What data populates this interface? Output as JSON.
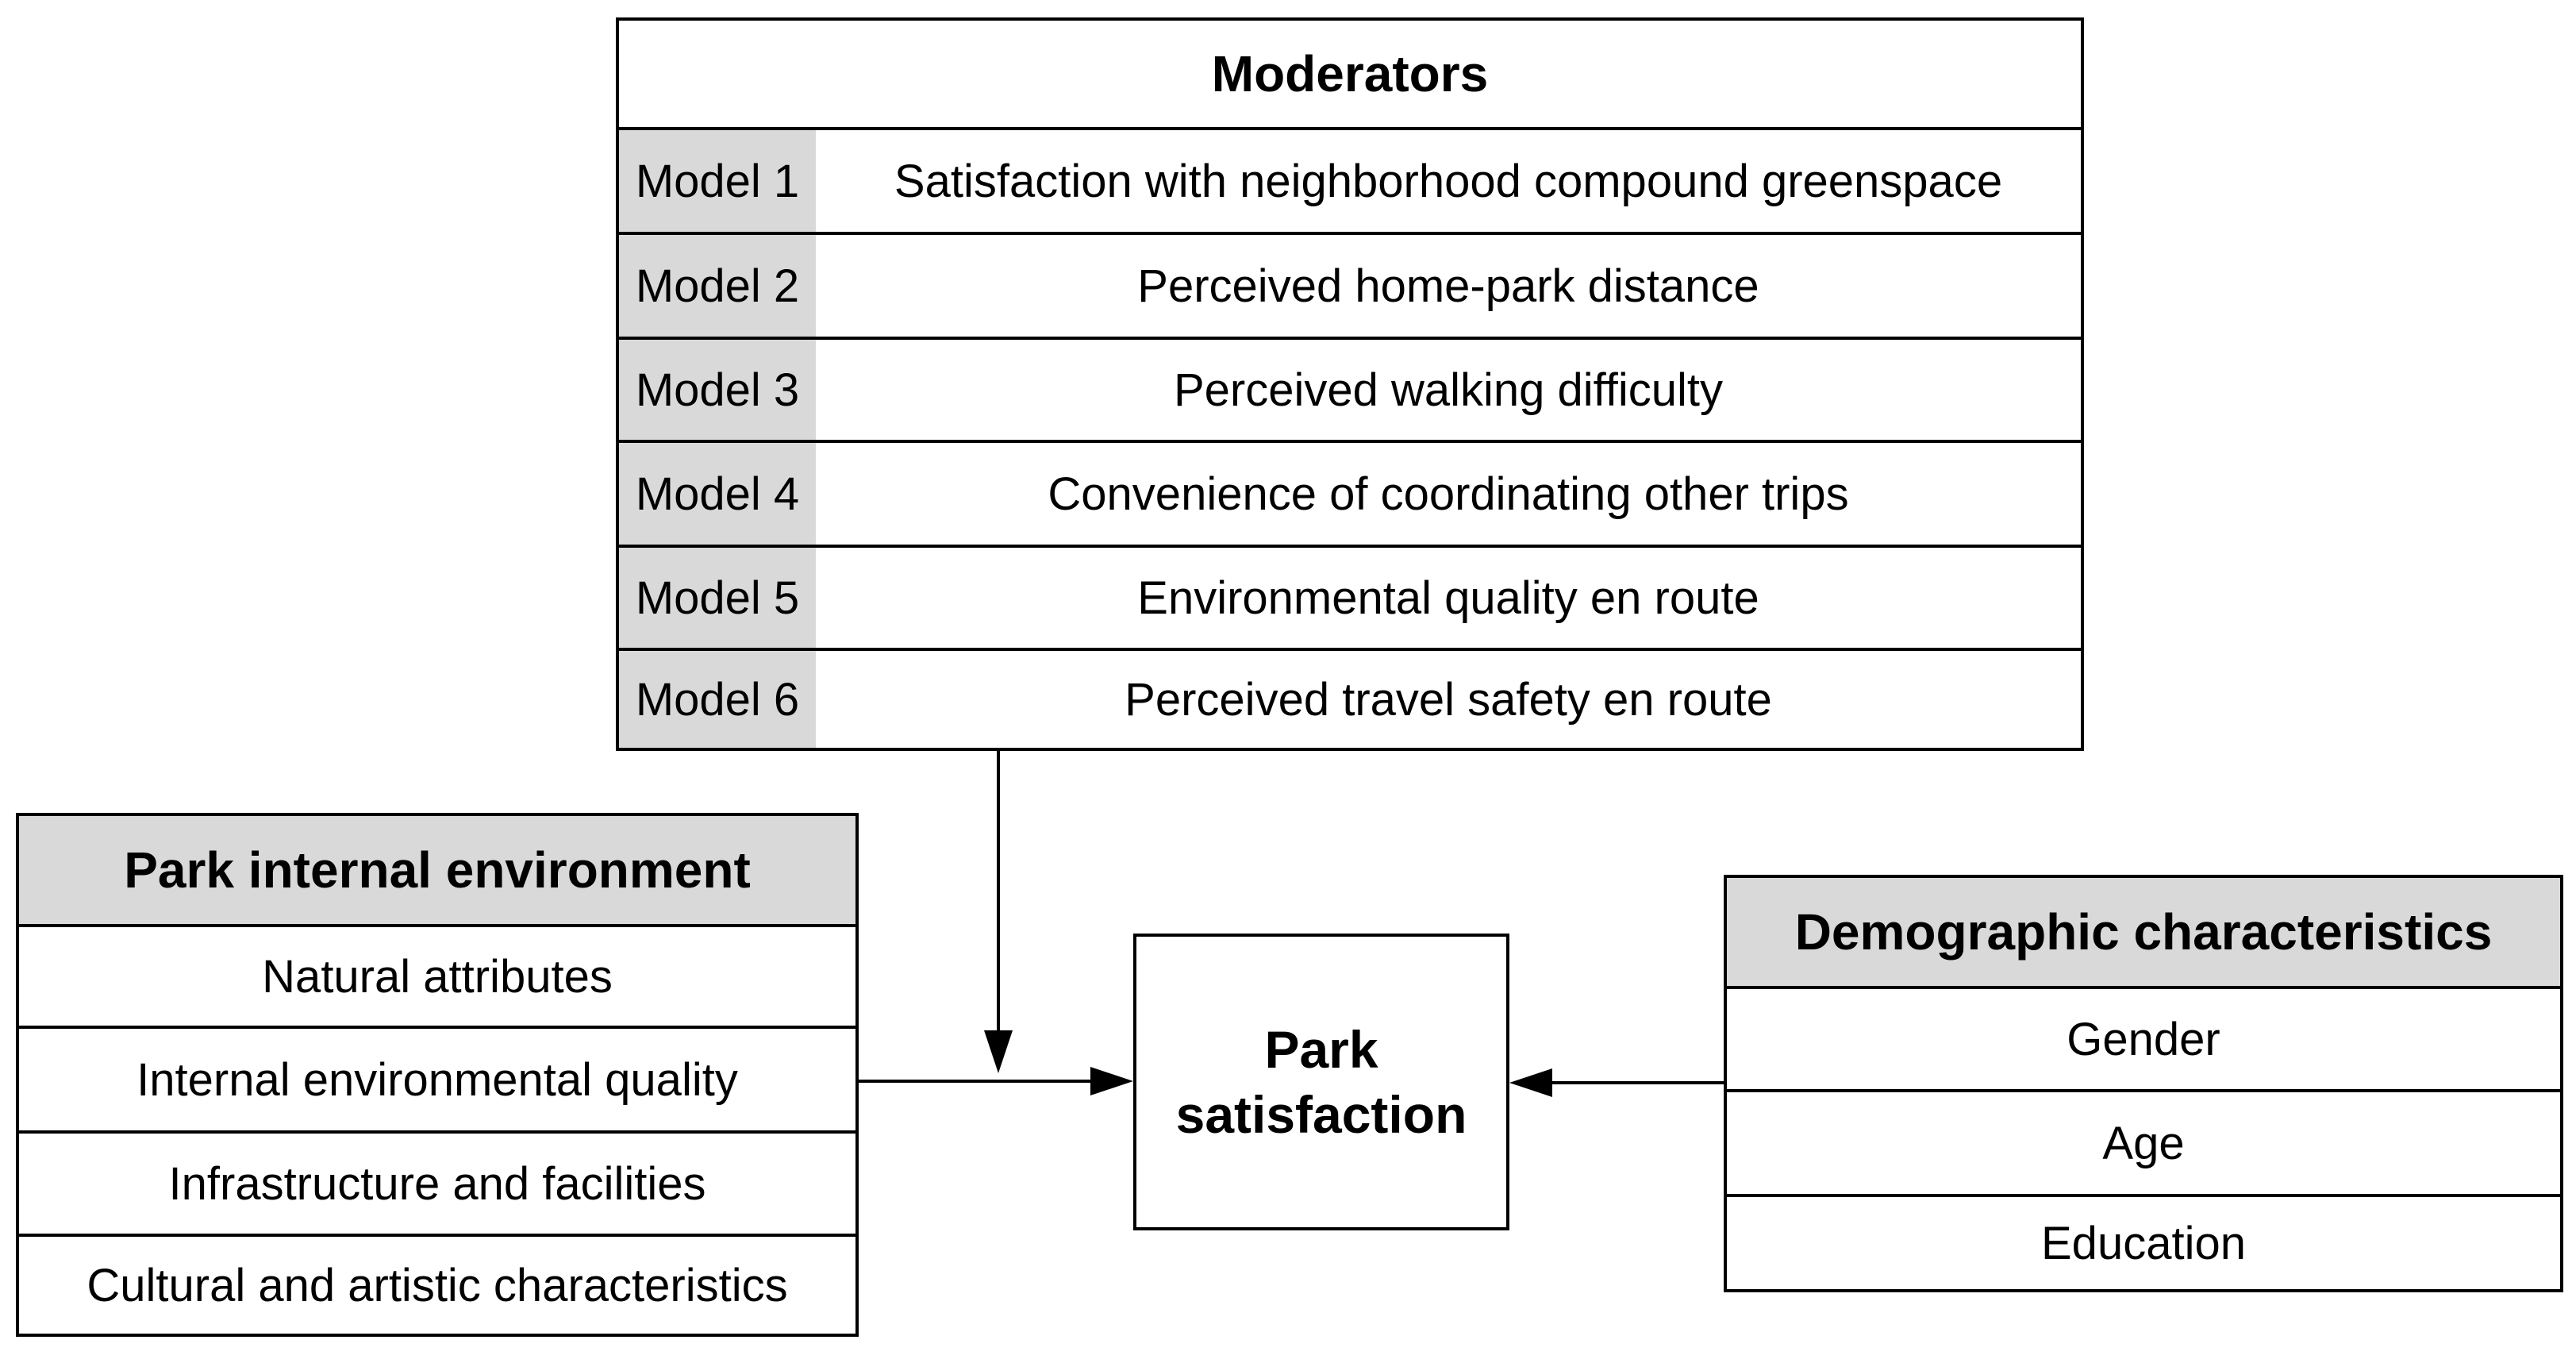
{
  "moderators": {
    "title": "Moderators",
    "rows": [
      {
        "model": "Model 1",
        "text": "Satisfaction with neighborhood compound greenspace"
      },
      {
        "model": "Model 2",
        "text": "Perceived home-park distance"
      },
      {
        "model": "Model 3",
        "text": "Perceived walking difficulty"
      },
      {
        "model": "Model 4",
        "text": "Convenience of coordinating other trips"
      },
      {
        "model": "Model 5",
        "text": "Environmental quality en route"
      },
      {
        "model": "Model 6",
        "text": "Perceived travel safety en route"
      }
    ]
  },
  "park_internal": {
    "title": "Park internal environment",
    "items": [
      "Natural attributes",
      "Internal environmental quality",
      "Infrastructure and facilities",
      "Cultural and artistic characteristics"
    ]
  },
  "center": {
    "line1": "Park",
    "line2": "satisfaction"
  },
  "demographic": {
    "title": "Demographic characteristics",
    "items": [
      "Gender",
      "Age",
      "Education"
    ]
  },
  "colors": {
    "header_fill": "#d9d9d9",
    "stroke": "#000000"
  }
}
